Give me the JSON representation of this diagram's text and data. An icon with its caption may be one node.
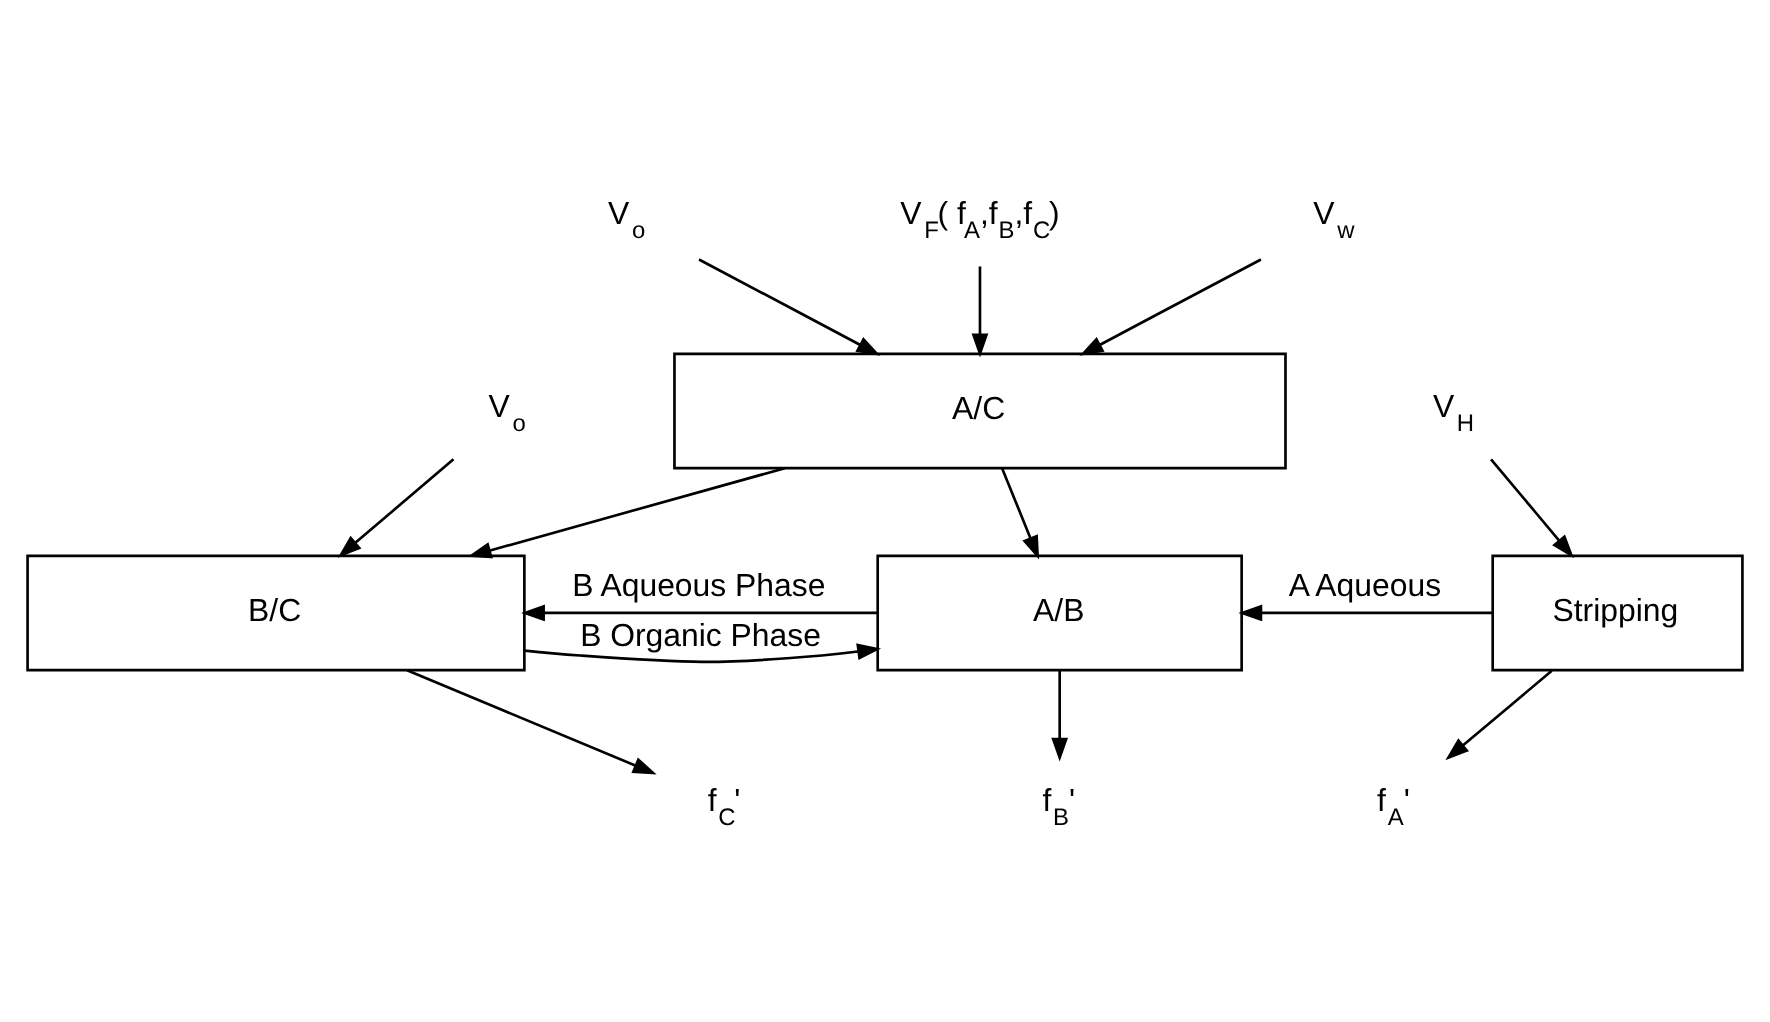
{
  "diagram": {
    "nodes": [
      {
        "text": [
          "V$_{o}$"
        ]
      },
      {
        "text": [
          "V$_{F}$( f$_{A}$,f$_{B}$,f$_{C}$)"
        ]
      },
      {
        "text": [
          "V$_{w}$"
        ]
      },
      {
        "text": [
          "A/C"
        ]
      },
      {
        "text": [
          "V$_{o}$"
        ]
      },
      {
        "text": [
          "B/C"
        ]
      },
      {
        "text": [
          "A/B"
        ]
      },
      {
        "text": [
          "Stripping"
        ]
      },
      {
        "text": [
          "V$_{H}$"
        ]
      },
      {
        "text": [
          "f$_{C}$'"
        ]
      },
      {
        "text": [
          "f$_{B}$'"
        ]
      },
      {
        "text": [
          "f$_{A}$'"
        ]
      }
    ],
    "edges": [
      {
        "from": 0,
        "to": 3,
        "arrow": "to"
      },
      {
        "from": 1,
        "to": 3,
        "arrow": "to"
      },
      {
        "from": 2,
        "to": 3,
        "arrow": "to"
      },
      {
        "from": 3,
        "to": 5,
        "arrow": "to"
      },
      {
        "from": 3,
        "to": 6,
        "arrow": "to"
      },
      {
        "from": 4,
        "to": 5,
        "arrow": "to"
      },
      {
        "from": 8,
        "to": 7,
        "arrow": "to"
      },
      {
        "from": 5,
        "to": 6,
        "arrow": "to",
        "label": "B Organic Phase"
      },
      {
        "from": 6,
        "to": 5,
        "arrow": "to",
        "label": "B Aqueous Phase"
      },
      {
        "from": 7,
        "to": 6,
        "arrow": "to",
        "label": "A Aqueous"
      },
      {
        "from": 5,
        "to": 9,
        "arrow": "to"
      },
      {
        "from": 6,
        "to": 10,
        "arrow": "to"
      },
      {
        "from": 7,
        "to": 11,
        "arrow": "to"
      }
    ]
  }
}
